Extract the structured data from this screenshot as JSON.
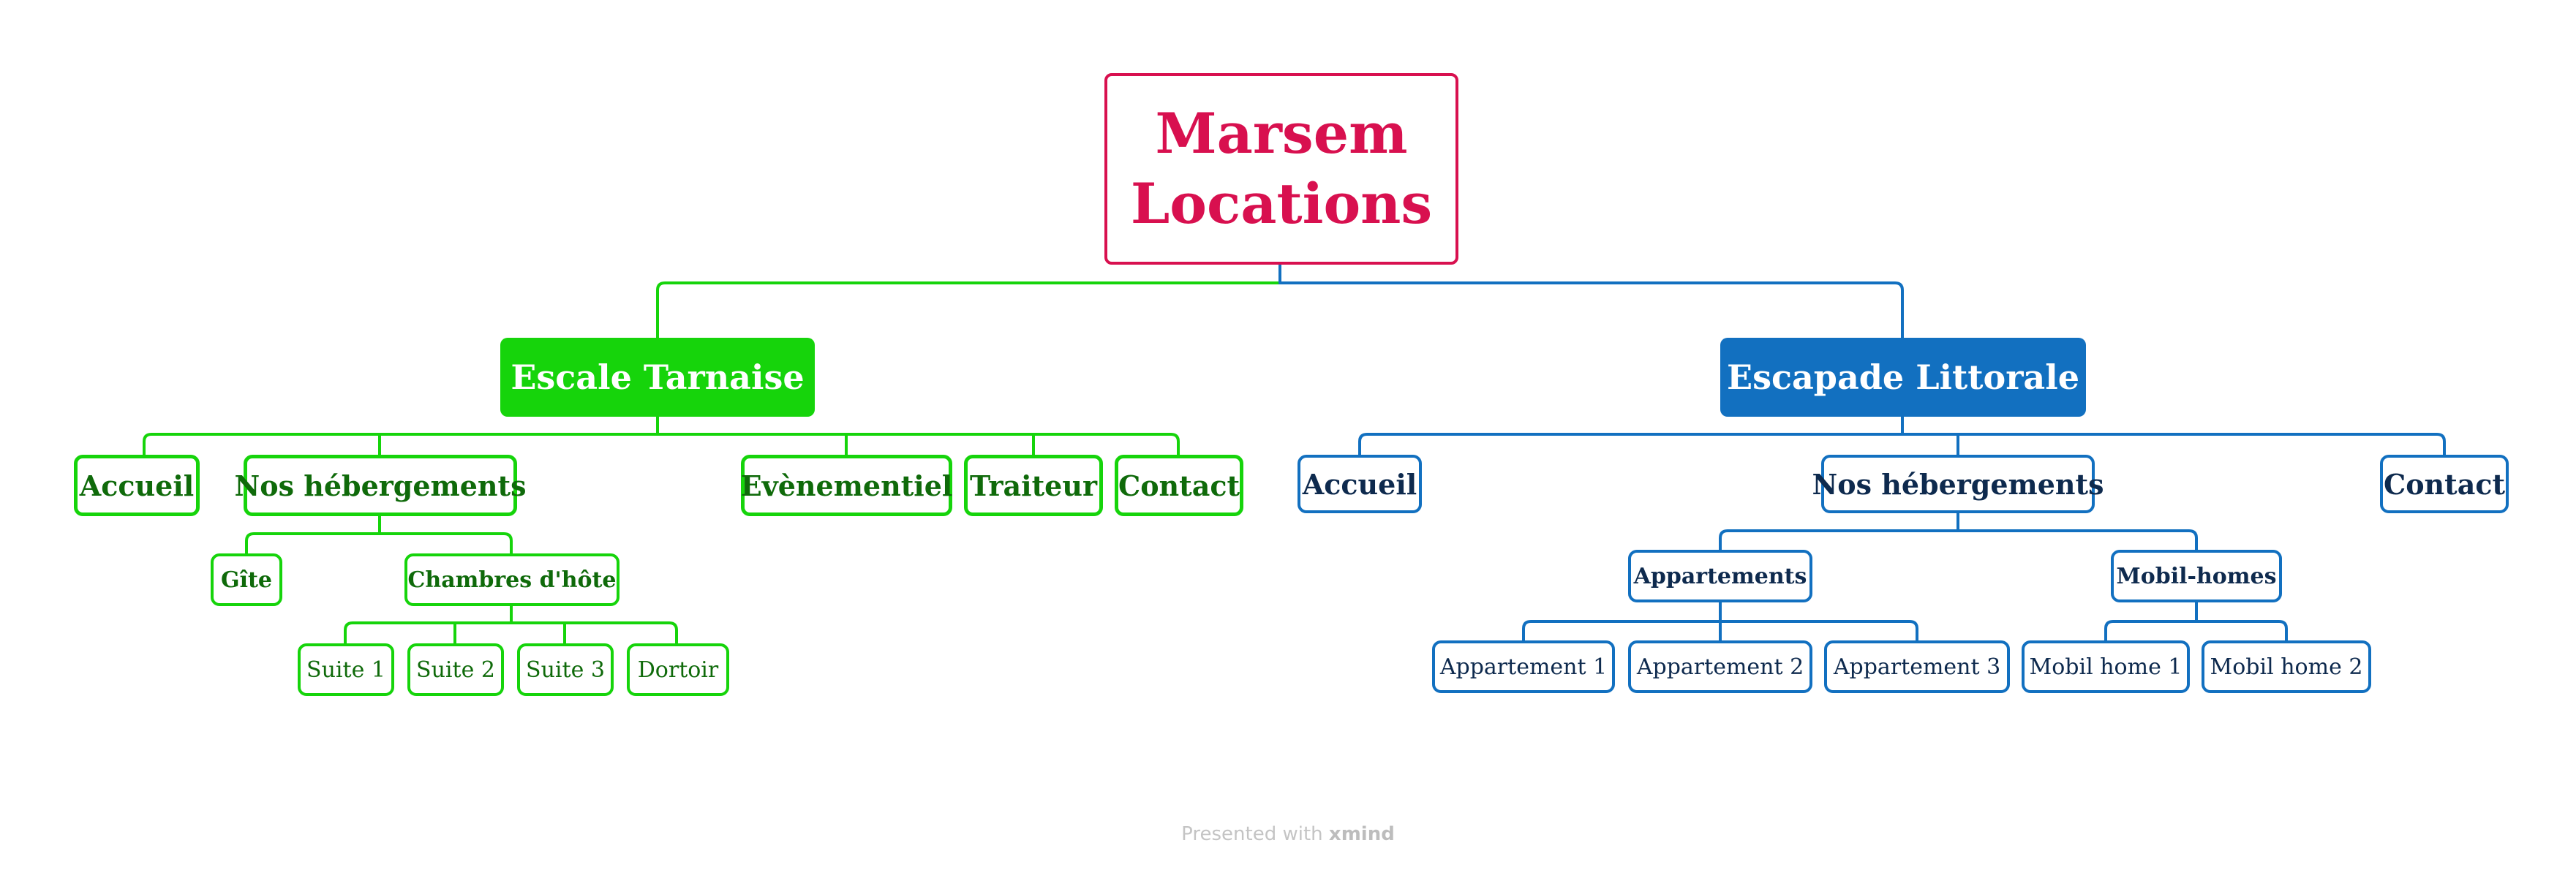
{
  "colors": {
    "root": "#d8104f",
    "green": "#16d40b",
    "blue": "#1270c0",
    "green_text": "#0f6a0a",
    "blue_text": "#0e2a4e"
  },
  "root": {
    "title": "Marsem Locations"
  },
  "left": {
    "title": "Escale Tarnaise",
    "accueil": "Accueil",
    "hebergements": "Nos hébergements",
    "gite": "Gîte",
    "chambres": "Chambres d'hôte",
    "suite1": "Suite 1",
    "suite2": "Suite 2",
    "suite3": "Suite 3",
    "dortoir": "Dortoir",
    "evenementiel": "Evènementiel",
    "traiteur": "Traiteur",
    "contact": "Contact"
  },
  "right": {
    "title": "Escapade Littorale",
    "accueil": "Accueil",
    "hebergements": "Nos hébergements",
    "appartements": "Appartements",
    "appart1": "Appartement 1",
    "appart2": "Appartement 2",
    "appart3": "Appartement 3",
    "mobilhomes": "Mobil-homes",
    "mobil1": "Mobil home 1",
    "mobil2": "Mobil home 2",
    "contact": "Contact"
  },
  "footer": {
    "prefix": "Presented with",
    "brand": "xmind"
  }
}
